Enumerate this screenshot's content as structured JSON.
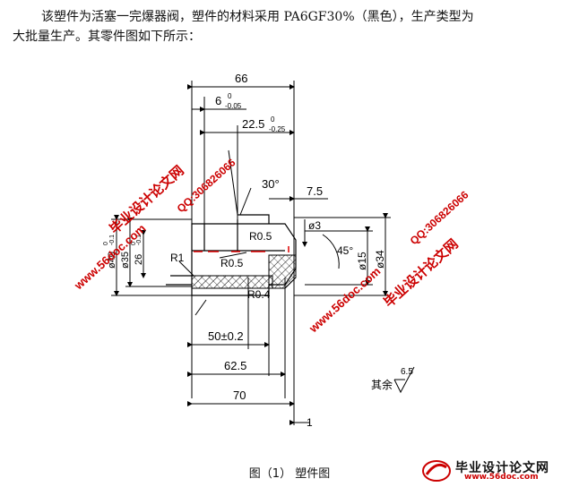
{
  "intro": {
    "line1": "该塑件为活塞一完爆器阀，塑件的材料采用 PA6GF30%（黑色），生产类型为",
    "line2": "大批量生产。其零件图如下所示："
  },
  "drawing": {
    "dim_66": "66",
    "dim_6": "6",
    "dim_6_tol_up": "0",
    "dim_6_tol_low": "-0.05",
    "dim_225": "22.5",
    "dim_225_tol_up": "0",
    "dim_225_tol_low": "-0.25",
    "dim_30deg": "30°",
    "dim_75": "7.5",
    "dim_r05_top": "R0.5",
    "dim_r05_mid": "R0.5",
    "dim_r1": "R1",
    "dim_r04": "R0.4",
    "dim_phi3": "ø3",
    "dim_45deg": "45°",
    "dim_phi15": "ø15",
    "dim_phi34": "ø34",
    "dim_phi40": "ø40",
    "dim_phi40_tol_up": "0",
    "dim_phi40_tol_low": "-0.1",
    "dim_phi35": "ø35",
    "dim_phi26": "26",
    "dim_phi26_tol_up": "0",
    "dim_phi26_tol_low": "-0.1",
    "dim_50": "50±0.2",
    "dim_625": "62.5",
    "dim_70": "70",
    "dim_1": "1",
    "surface_label": "其余",
    "surface_value": "6.5"
  },
  "watermarks": {
    "site_url": "www.56doc.com",
    "site_name": "毕业设计论文网",
    "qq": "QQ:306826066"
  },
  "caption": "图（1） 塑件图",
  "brand": {
    "title": "毕业设计论文网",
    "url": "www.56doc.com"
  }
}
